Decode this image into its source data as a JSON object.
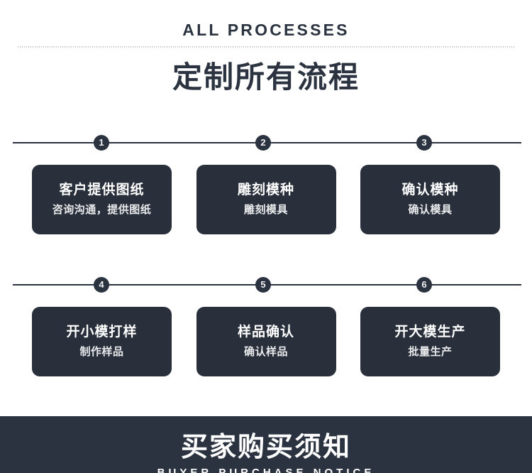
{
  "colors": {
    "background": "#ffffff",
    "ink": "#2b3340",
    "card_bg": "#29303b",
    "card_text": "#ffffff",
    "divider": "#b9bec6"
  },
  "header": {
    "eyebrow": "ALL PROCESSES",
    "title": "定制所有流程"
  },
  "steps": [
    {
      "number": "1",
      "title": "客户提供图纸",
      "subtitle": "咨询沟通，提供图纸"
    },
    {
      "number": "2",
      "title": "雕刻模种",
      "subtitle": "雕刻模具"
    },
    {
      "number": "3",
      "title": "确认模种",
      "subtitle": "确认模具"
    },
    {
      "number": "4",
      "title": "开小模打样",
      "subtitle": "制作样品"
    },
    {
      "number": "5",
      "title": "样品确认",
      "subtitle": "确认样品"
    },
    {
      "number": "6",
      "title": "开大模生产",
      "subtitle": "批量生产"
    }
  ],
  "banner": {
    "title": "买家购买须知",
    "subtitle": "BUYER PURCHASE NOTICE"
  }
}
